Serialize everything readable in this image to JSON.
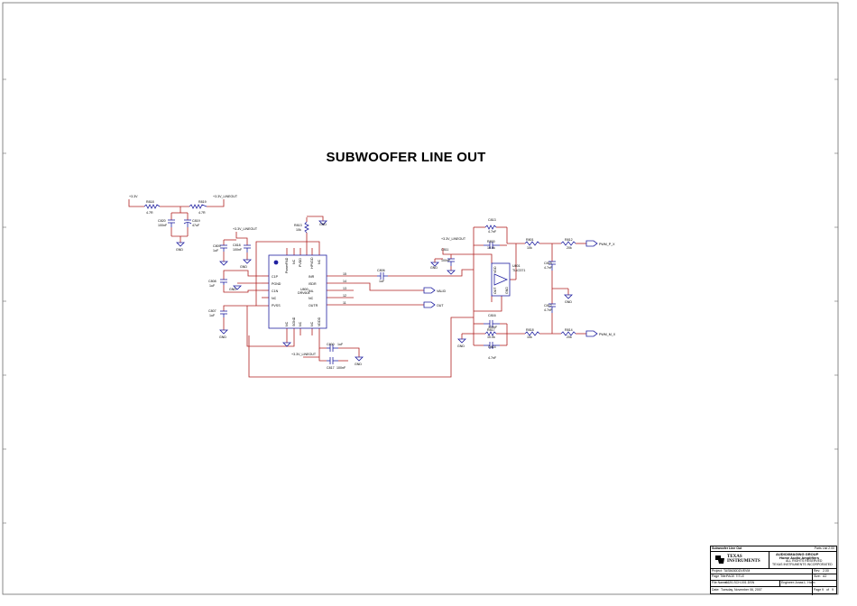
{
  "title": "SUBWOOFER LINE OUT",
  "colors": {
    "wire": "#b02020",
    "part": "#2020a0",
    "border": "#6a6a6a",
    "text": "#000000"
  },
  "nets": {
    "v33": "+3.3V",
    "v33_lineout": "+3.3V_LINEOUT",
    "gnd": "GND",
    "valid": "VALID",
    "out": "OUT",
    "pwm_p": "PWM_P_X",
    "pwm_m": "PWM_M_X"
  },
  "components": {
    "r818": {
      "ref": "R818",
      "value": "4.7R"
    },
    "r819": {
      "ref": "R819",
      "value": "4.7R"
    },
    "c820": {
      "ref": "C820",
      "value": "100nF"
    },
    "c819": {
      "ref": "C819",
      "value": "47uF"
    },
    "r813": {
      "ref": "R813",
      "value": "10k"
    },
    "c809": {
      "ref": "C809",
      "value": "1uF"
    },
    "c818": {
      "ref": "C818",
      "value": "100nF"
    },
    "c808": {
      "ref": "C808",
      "value": "1uF"
    },
    "c807": {
      "ref": "C807",
      "value": "1uF"
    },
    "u800": {
      "ref": "U800",
      "value": "DRV604",
      "pins_left": [
        "C1P",
        "PGND",
        "C1N",
        "NC",
        "PVSS"
      ],
      "pins_right": [
        "INR",
        "ISDR",
        "INL",
        "NC",
        "OUTR"
      ],
      "pins_top": [
        "PowerPAD",
        "NC",
        "PVDD",
        "HPVDD",
        "NC"
      ],
      "pins_bottom": [
        "NC",
        "SGND",
        "NC",
        "NC",
        "VDDD"
      ],
      "pin_nums_right": [
        "15",
        "14",
        "13",
        "12",
        "11"
      ]
    },
    "c806": {
      "ref": "C806",
      "value": "1uF"
    },
    "c817": {
      "ref": "C817",
      "value": "100nF"
    },
    "c800": {
      "ref": "C800",
      "value": "1uF"
    },
    "c811": {
      "ref": "C811",
      "value": "100nF"
    },
    "c813": {
      "ref": "C813",
      "value": "4.7nF"
    },
    "r800": {
      "ref": "R800",
      "value": "10.0k"
    },
    "r801": {
      "ref": "R801",
      "value": "10k"
    },
    "r812": {
      "ref": "R812",
      "value": "20k"
    },
    "u801": {
      "ref": "U801",
      "value": "TLV2371",
      "pins": [
        "VDD",
        "OUT",
        "IN-",
        "IN+",
        "GND"
      ]
    },
    "c815": {
      "ref": "C815",
      "value": "4.7nF"
    },
    "c812": {
      "ref": "C812",
      "value": "4.7nF"
    },
    "c816": {
      "ref": "C816",
      "value": "100nF"
    },
    "r817": {
      "ref": "R817",
      "value": "10.0k"
    },
    "r818b": {
      "ref": "R818",
      "value": "10k"
    },
    "r814": {
      "ref": "R814",
      "value": "20k"
    },
    "c814": {
      "ref": "C814",
      "value": "4.7nF"
    }
  },
  "title_block": {
    "sheet_title": "Subwoofer Line Out",
    "parts_list": "Parts List 2.00",
    "group": "AUDIO/IMAGING GROUP",
    "product": "Home Audio Amplifiers",
    "rights": "ALL RIGHTS RESERVED",
    "company": "TEXAS INSTRUMENTS INCORPORATED",
    "logo_line1": "TEXAS",
    "logo_line2": "INSTRUMENTS",
    "project_label": "Project:",
    "project": "TAS5630DDVEVM",
    "page_title_label": "Page Title:",
    "page_title": "PAGE TITLE",
    "file_name_label": "File Name:",
    "file_name": "A620-SCH-001.DSN",
    "date_label": "Date:",
    "date": "Tuesday, November 06, 2007",
    "rev_label": "Rev:",
    "rev": "2.00",
    "size_label": "Size:",
    "size": "A2",
    "engineer_label": "Engineer:",
    "engineer": "Jonas L. Holm",
    "page_label": "Page",
    "page": "9",
    "of_label": "of",
    "pages": "9"
  }
}
